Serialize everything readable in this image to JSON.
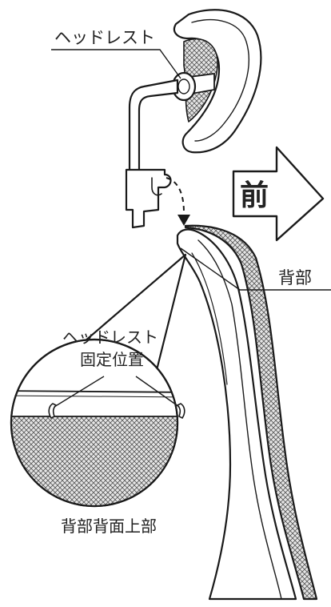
{
  "labels": {
    "headrest": "ヘッドレスト",
    "backrest": "背部",
    "front": "前",
    "fixing_position_line1": "ヘッドレスト",
    "fixing_position_line2": "固定位置",
    "back_upper_rear": "背部背面上部"
  },
  "colors": {
    "line": "#1a1a1a",
    "mesh_fill": "#d9d9d9",
    "arrow_fill": "#ffffff",
    "label_text": "#222222"
  }
}
